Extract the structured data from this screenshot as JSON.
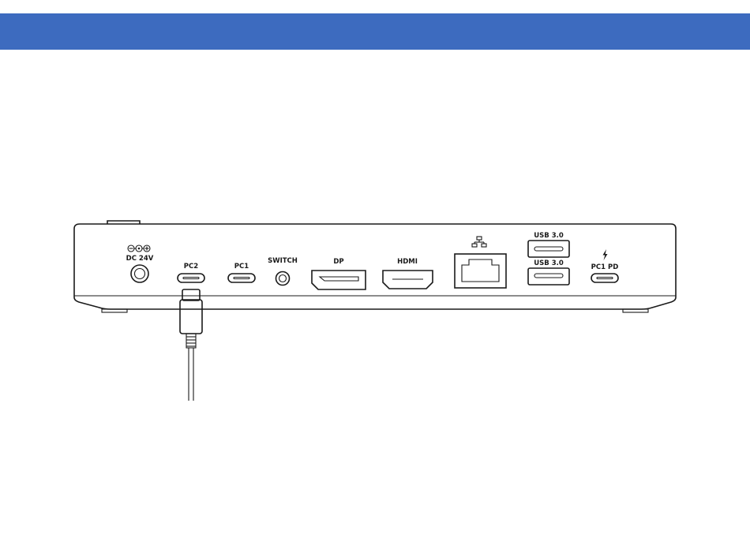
{
  "header": {
    "color": "#3d6bbf"
  },
  "ports": {
    "dc": "DC 24V",
    "pc2": "PC2",
    "pc1": "PC1",
    "switch": "SWITCH",
    "dp": "DP",
    "hdmi": "HDMI",
    "usb_top": "USB 3.0",
    "usb_bottom": "USB 3.0",
    "pc1pd": "PC1 PD"
  },
  "icons": {
    "dc_polarity": "dc-polarity-icon",
    "ethernet": "network-icon",
    "power_delivery": "lightning-bolt-icon"
  }
}
